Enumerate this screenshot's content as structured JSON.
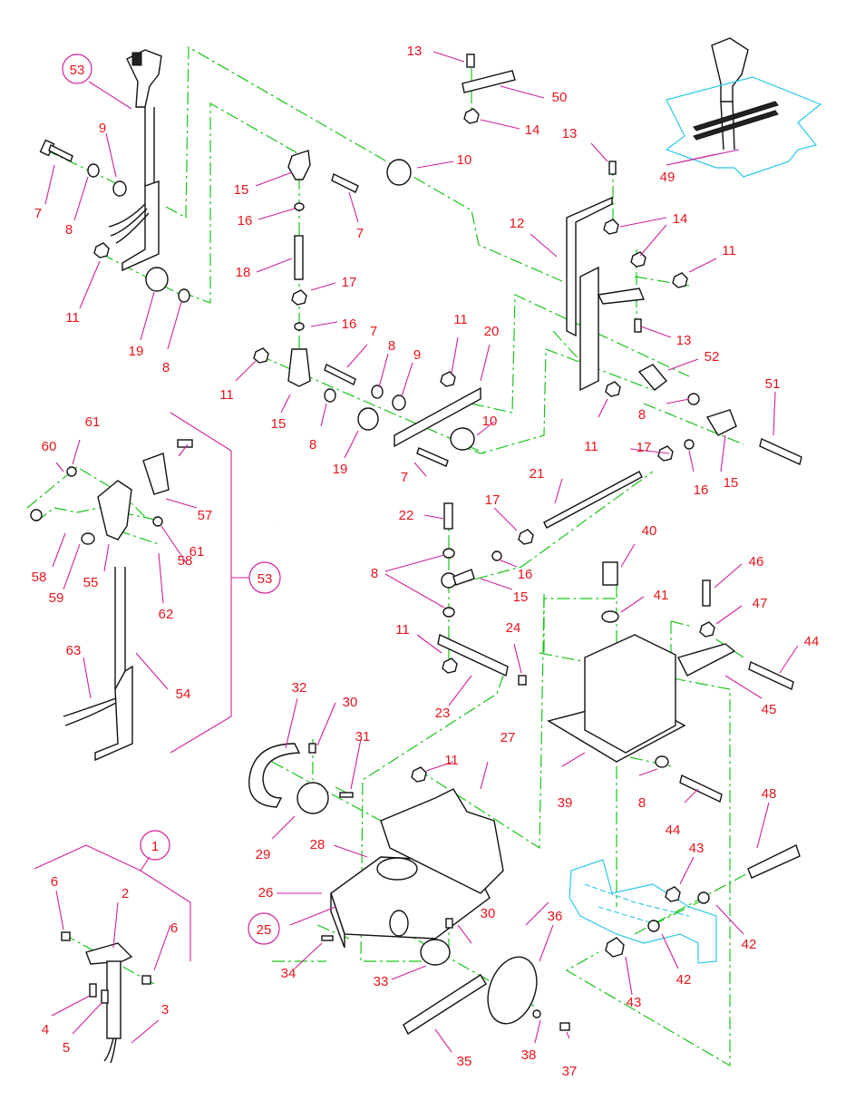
{
  "colors": {
    "label": "#e8141c",
    "leader": "#d0209c",
    "centerline": "#19c419",
    "hidden_part": "#29c8e8",
    "part_outline": "#111111"
  },
  "callouts": [
    {
      "id": "c53a",
      "text": "53",
      "circled": true
    },
    {
      "id": "c9a",
      "text": "9"
    },
    {
      "id": "c7a",
      "text": "7"
    },
    {
      "id": "c8a",
      "text": "8"
    },
    {
      "id": "c11a",
      "text": "11"
    },
    {
      "id": "c19a",
      "text": "19"
    },
    {
      "id": "c8b",
      "text": "8"
    },
    {
      "id": "c15a",
      "text": "15"
    },
    {
      "id": "c16a",
      "text": "16"
    },
    {
      "id": "c7b",
      "text": "7"
    },
    {
      "id": "c18",
      "text": "18"
    },
    {
      "id": "c17a",
      "text": "17"
    },
    {
      "id": "c16b",
      "text": "16"
    },
    {
      "id": "c10a",
      "text": "10"
    },
    {
      "id": "c13a",
      "text": "13"
    },
    {
      "id": "c50",
      "text": "50"
    },
    {
      "id": "c14a",
      "text": "14"
    },
    {
      "id": "c13b",
      "text": "13"
    },
    {
      "id": "c49",
      "text": "49"
    },
    {
      "id": "c12",
      "text": "12"
    },
    {
      "id": "c14b",
      "text": "14"
    },
    {
      "id": "c11b",
      "text": "11"
    },
    {
      "id": "c13c",
      "text": "13"
    },
    {
      "id": "c11c",
      "text": "11"
    },
    {
      "id": "c7c",
      "text": "7"
    },
    {
      "id": "c8c",
      "text": "8"
    },
    {
      "id": "c9b",
      "text": "9"
    },
    {
      "id": "c11d",
      "text": "11"
    },
    {
      "id": "c20",
      "text": "20"
    },
    {
      "id": "c52",
      "text": "52"
    },
    {
      "id": "c51",
      "text": "51"
    },
    {
      "id": "c15b",
      "text": "15"
    },
    {
      "id": "c8d",
      "text": "8"
    },
    {
      "id": "c19b",
      "text": "19"
    },
    {
      "id": "c10b",
      "text": "10"
    },
    {
      "id": "c7d",
      "text": "7"
    },
    {
      "id": "c11e",
      "text": "11"
    },
    {
      "id": "c8e",
      "text": "8"
    },
    {
      "id": "c17b",
      "text": "17"
    },
    {
      "id": "c16c",
      "text": "16"
    },
    {
      "id": "c15c",
      "text": "15"
    },
    {
      "id": "c60",
      "text": "60"
    },
    {
      "id": "c61a",
      "text": "61"
    },
    {
      "id": "c57",
      "text": "57"
    },
    {
      "id": "c61b",
      "text": "61"
    },
    {
      "id": "c58a",
      "text": "58"
    },
    {
      "id": "c58b",
      "text": "58"
    },
    {
      "id": "c59",
      "text": "59"
    },
    {
      "id": "c55",
      "text": "55"
    },
    {
      "id": "c62",
      "text": "62"
    },
    {
      "id": "c53b",
      "text": "53",
      "circled": true
    },
    {
      "id": "c63",
      "text": "63"
    },
    {
      "id": "c54",
      "text": "54"
    },
    {
      "id": "c21",
      "text": "21"
    },
    {
      "id": "c22",
      "text": "22"
    },
    {
      "id": "c17c",
      "text": "17"
    },
    {
      "id": "c8f",
      "text": "8"
    },
    {
      "id": "c16d",
      "text": "16"
    },
    {
      "id": "c15d",
      "text": "15"
    },
    {
      "id": "c40",
      "text": "40"
    },
    {
      "id": "c41",
      "text": "41"
    },
    {
      "id": "c46",
      "text": "46"
    },
    {
      "id": "c47",
      "text": "47"
    },
    {
      "id": "c44a",
      "text": "44"
    },
    {
      "id": "c45",
      "text": "45"
    },
    {
      "id": "c11f",
      "text": "11"
    },
    {
      "id": "c24",
      "text": "24"
    },
    {
      "id": "c23",
      "text": "23"
    },
    {
      "id": "c32",
      "text": "32"
    },
    {
      "id": "c30a",
      "text": "30"
    },
    {
      "id": "c31",
      "text": "31"
    },
    {
      "id": "c27",
      "text": "27"
    },
    {
      "id": "c11g",
      "text": "11"
    },
    {
      "id": "c39",
      "text": "39"
    },
    {
      "id": "c8g",
      "text": "8"
    },
    {
      "id": "c44b",
      "text": "44"
    },
    {
      "id": "c48",
      "text": "48"
    },
    {
      "id": "c29",
      "text": "29"
    },
    {
      "id": "c28",
      "text": "28"
    },
    {
      "id": "c1",
      "text": "1",
      "circled": true
    },
    {
      "id": "c26",
      "text": "26"
    },
    {
      "id": "c6a",
      "text": "6"
    },
    {
      "id": "c2",
      "text": "2"
    },
    {
      "id": "c6b",
      "text": "6"
    },
    {
      "id": "c25",
      "text": "25",
      "circled": true
    },
    {
      "id": "c30b",
      "text": "30"
    },
    {
      "id": "c36",
      "text": "36"
    },
    {
      "id": "c43a",
      "text": "43"
    },
    {
      "id": "c42a",
      "text": "42"
    },
    {
      "id": "c34",
      "text": "34"
    },
    {
      "id": "c33",
      "text": "33"
    },
    {
      "id": "c42b",
      "text": "42"
    },
    {
      "id": "c43b",
      "text": "43"
    },
    {
      "id": "c4",
      "text": "4"
    },
    {
      "id": "c3",
      "text": "3"
    },
    {
      "id": "c5",
      "text": "5"
    },
    {
      "id": "c35",
      "text": "35"
    },
    {
      "id": "c38",
      "text": "38"
    },
    {
      "id": "c37",
      "text": "37"
    }
  ]
}
